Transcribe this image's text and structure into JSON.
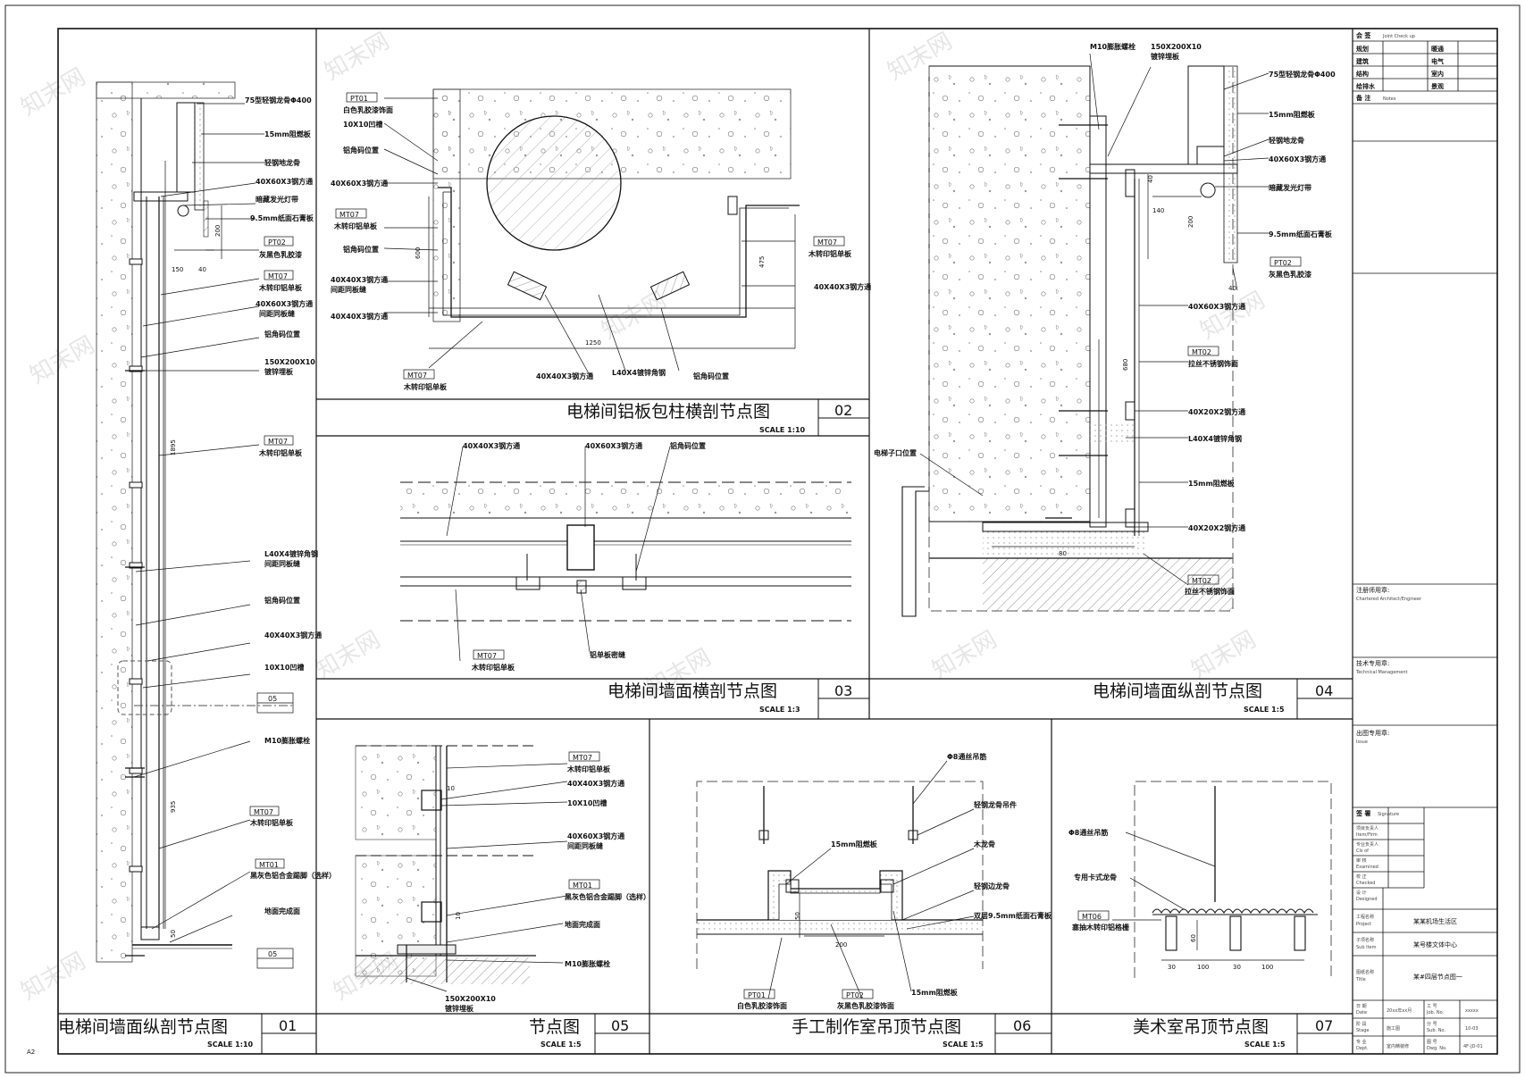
{
  "sheet_size": "A2",
  "watermark": "知末网",
  "details": [
    {
      "id": "01",
      "title": "电梯间墙面纵剖节点图",
      "scale": "SCALE 1:10"
    },
    {
      "id": "02",
      "title": "电梯间铝板包柱横剖节点图",
      "scale": "SCALE 1:10"
    },
    {
      "id": "03",
      "title": "电梯间墙面横剖节点图",
      "scale": "SCALE 1:3"
    },
    {
      "id": "04",
      "title": "电梯间墙面纵剖节点图",
      "scale": "SCALE 1:5"
    },
    {
      "id": "05",
      "title": "节点图",
      "scale": "SCALE 1:5"
    },
    {
      "id": "06",
      "title": "手工制作室吊顶节点图",
      "scale": "SCALE 1:5"
    },
    {
      "id": "07",
      "title": "美术室吊顶节点图",
      "scale": "SCALE 1:5"
    }
  ],
  "d01": {
    "labels": [
      "75型轻钢龙骨Φ400",
      "15mm阻燃板",
      "轻钢地龙骨",
      "40X60X3钢方通",
      "暗藏发光灯带",
      "9.5mm纸面石膏板",
      "灰黑色乳胶漆",
      "木转印铝单板",
      "40X60X3钢方通",
      "间距同板缝",
      "铝角码位置",
      "150X200X10",
      "镀锌埋板",
      "木转印铝单板",
      "L40X4镀锌角钢",
      "间距同板缝",
      "铝角码位置",
      "40X40X3钢方通",
      "10X10凹槽",
      "M10膨胀螺栓",
      "木转印铝单板",
      "黑灰色铝合金踢脚（选样）",
      "地面完成面"
    ],
    "tags": [
      "PT02",
      "MT07",
      "MT07",
      "MT07",
      "MT01"
    ],
    "dims": [
      "150",
      "40",
      "200",
      "1895",
      "935",
      "50"
    ],
    "refs": [
      "05",
      "05"
    ]
  },
  "d02": {
    "labels": [
      "白色乳胶漆饰面",
      "10X10凹槽",
      "铝角码位置",
      "40X60X3钢方通",
      "木转印铝单板",
      "铝角码位置",
      "40X40X3钢方通",
      "间距同板缝",
      "40X40X3钢方通",
      "木转印铝单板",
      "40X40X3钢方通",
      "木转印铝单板",
      "40X40X3钢方通",
      "L40X4镀锌角钢",
      "铝角码位置"
    ],
    "tags": [
      "PT01",
      "MT07",
      "MT07",
      "MT07"
    ],
    "dims": [
      "600",
      "475",
      "1250"
    ]
  },
  "d03": {
    "labels": [
      "40X40X3钢方通",
      "40X60X3钢方通",
      "铝角码位置",
      "木转印铝单板",
      "铝单板密缝"
    ],
    "tags": [
      "MT07"
    ]
  },
  "d04": {
    "labels": [
      "M10膨胀螺栓",
      "150X200X10",
      "镀锌埋板",
      "75型轻钢龙骨Φ400",
      "15mm阻燃板",
      "轻钢地龙骨",
      "40X60X3钢方通",
      "暗藏发光灯带",
      "9.5mm纸面石膏板",
      "灰黑色乳胶漆",
      "40X60X3钢方通",
      "拉丝不锈钢饰面",
      "40X20X2钢方通",
      "L40X4镀锌角钢",
      "15mm阻燃板",
      "40X20X2钢方通",
      "拉丝不锈钢饰面",
      "电梯子口位置"
    ],
    "tags": [
      "PT02",
      "MT02",
      "MT02"
    ],
    "dims": [
      "40",
      "140",
      "200",
      "40",
      "680",
      "80"
    ]
  },
  "d05": {
    "labels": [
      "木转印铝单板",
      "40X40X3钢方通",
      "10X10凹槽",
      "40X60X3钢方通",
      "间距同板缝",
      "黑灰色铝合金踢脚（选样）",
      "地面完成面",
      "M10膨胀螺栓",
      "150X200X10",
      "镀锌埋板"
    ],
    "tags": [
      "MT07",
      "MT01"
    ],
    "dims": [
      "10",
      "10"
    ]
  },
  "d06": {
    "labels": [
      "Φ8通丝吊筋",
      "轻钢龙骨吊件",
      "木龙骨",
      "轻钢边龙骨",
      "双层9.5mm纸面石膏板",
      "15mm阻燃板",
      "白色乳胶漆饰面",
      "灰黑色乳胶漆饰面",
      "15mm阻燃板"
    ],
    "tags": [
      "PT01",
      "PT02"
    ],
    "dims": [
      "50",
      "200"
    ]
  },
  "d07": {
    "labels": [
      "Φ8通丝吊筋",
      "专用卡式龙骨",
      "塞抽木转印铝格栅"
    ],
    "tags": [
      "MT06"
    ],
    "dims": [
      "60",
      "30",
      "100",
      "30",
      "100"
    ]
  },
  "titleblock": {
    "joint_cn": "会 签",
    "joint_en": "Joint Check up",
    "joint_rows": [
      [
        "规划",
        "暖通"
      ],
      [
        "建筑",
        "电气"
      ],
      [
        "结构",
        "室内"
      ],
      [
        "给排水",
        "景观"
      ]
    ],
    "notes_cn": "备 注",
    "notes_en": "Notes",
    "reg_cn": "注册师用章:",
    "reg_en": "Chartered Architect/Engineer",
    "tech_cn": "技术专用章:",
    "tech_en": "Technical Management",
    "issue_cn": "出图专用章:",
    "issue_en": "Issue",
    "sign_cn": "签 署",
    "sign_en": "Signature",
    "sign_rows": [
      [
        "项目负责人",
        "Item/Firm"
      ],
      [
        "专业负责人",
        "Cls of"
      ],
      [
        "审 核",
        "Examined"
      ],
      [
        "校 正",
        "Checked"
      ],
      [
        "设 计",
        "Designed"
      ]
    ],
    "project_cn": "工程名称",
    "project_en": "Project",
    "project_val": "某某机场生活区",
    "sub_cn": "子项名称",
    "sub_en": "Sub Item",
    "sub_val": "某号楼文体中心",
    "title_cn": "图纸名称",
    "title_en": "Title",
    "title_val": "某#四层节点图一",
    "date_cn": "日 期",
    "date_en": "Date",
    "date_val": "20xx年xx月",
    "job_cn": "工 号",
    "job_en": "Job. No.",
    "job_val": "xxxxx",
    "stage_cn": "阶 段",
    "stage_en": "Stage",
    "stage_val": "施工图",
    "sub_no_cn": "分 号",
    "sub_no_en": "Sub. No.",
    "sub_no_val": "10-03",
    "dept_cn": "专 业",
    "dept_en": "Dept.",
    "dept_val": "室内精装修",
    "dwg_cn": "图 号",
    "dwg_en": "Dwg. No.",
    "dwg_val": "4F-JD-01"
  }
}
